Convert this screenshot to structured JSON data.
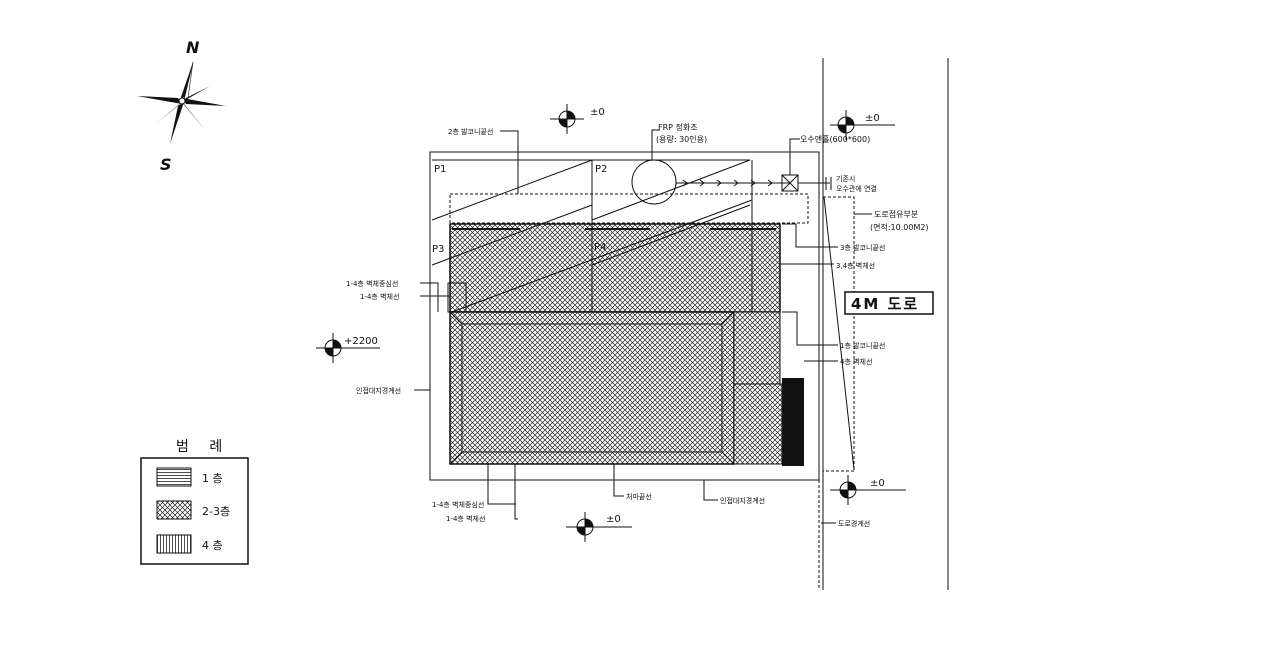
{
  "compass": {
    "north": "N",
    "south": "S"
  },
  "levels": {
    "top": "±0",
    "right": "±0",
    "left": "+2200",
    "bottom_right": "±0",
    "bottom": "±0"
  },
  "septic": {
    "line1": "FRP 정화조",
    "line2": "(용량: 30인용)"
  },
  "top_labels": {
    "balcony_2f": "2층 발코니끝선",
    "manhole": "오수맨홀(600*600)",
    "existing_sewer_1": "기존시",
    "existing_sewer_2": "오수관에 연결",
    "road_occupancy_1": "도로점유부분",
    "road_occupancy_2": "(면적:10.00M2)"
  },
  "points": [
    "P1",
    "P2",
    "P3",
    "P4"
  ],
  "right_labels": {
    "balcony_3f": "3층 발코니끝선",
    "wall_34f": "3,4층 벽체선",
    "balcony_1f": "1층 발코니끝선",
    "wall_4f": "4층 벽체선"
  },
  "road": {
    "label": "4M 도로"
  },
  "left_labels": {
    "wall_center_14f": "1-4층 벽체중심선",
    "wall_14f": "1-4층 벽체선",
    "adjacent_boundary": "인접대지경계선"
  },
  "bottom_labels": {
    "wall_center_14f": "1-4층 벽체중심선",
    "wall_14f": "1-4층 벽체선",
    "eaves": "처마끝선",
    "adjacent_boundary": "인접대지경계선",
    "road_boundary": "도로경계선"
  },
  "legend": {
    "title": "범 례",
    "items": [
      {
        "label": "1 층",
        "pattern": "horizontal-lines"
      },
      {
        "label": "2-3층",
        "pattern": "cross-hatch"
      },
      {
        "label": "4 층",
        "pattern": "vertical-lines"
      }
    ]
  }
}
